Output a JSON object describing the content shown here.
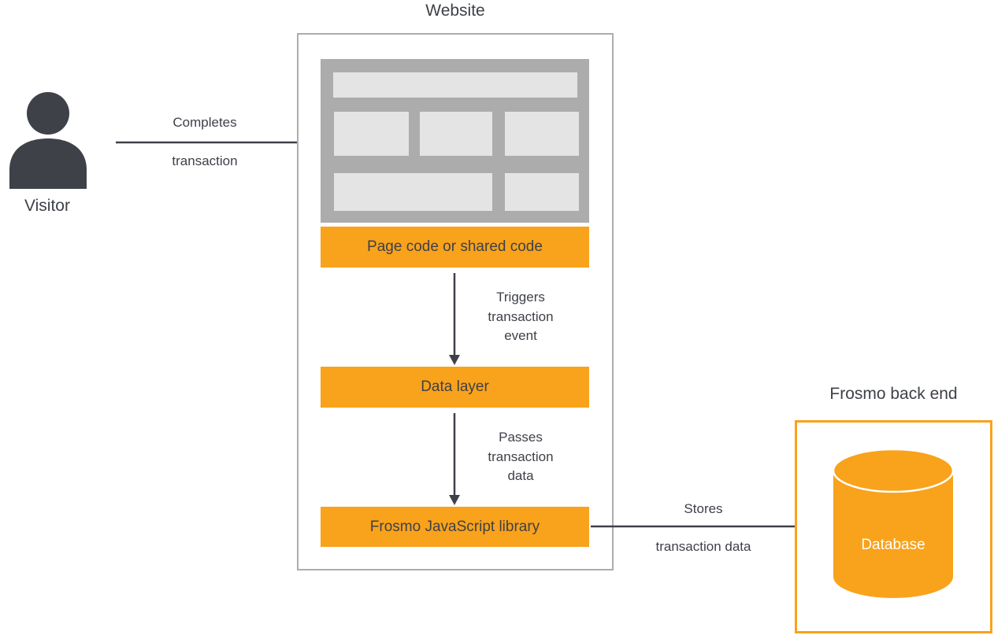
{
  "colors": {
    "orange": "#F9A21B",
    "dark": "#3E4148",
    "wireframe_bg": "#ACACAC",
    "wireframe_block": "#E4E4E4",
    "website_border": "#ADADAD"
  },
  "visitor": {
    "label": "Visitor"
  },
  "completes_arrow": {
    "line1": "Completes",
    "line2": "transaction"
  },
  "website": {
    "title": "Website",
    "page_code_label": "Page code or shared code",
    "data_layer_label": "Data layer",
    "js_library_label": "Frosmo JavaScript library",
    "triggers_arrow": {
      "line1": "Triggers",
      "line2": "transaction",
      "line3": "event"
    },
    "passes_arrow": {
      "line1": "Passes",
      "line2": "transaction",
      "line3": "data"
    }
  },
  "stores_arrow": {
    "line1": "Stores",
    "line2": "transaction data"
  },
  "backend": {
    "title": "Frosmo back end",
    "database_label": "Database"
  }
}
